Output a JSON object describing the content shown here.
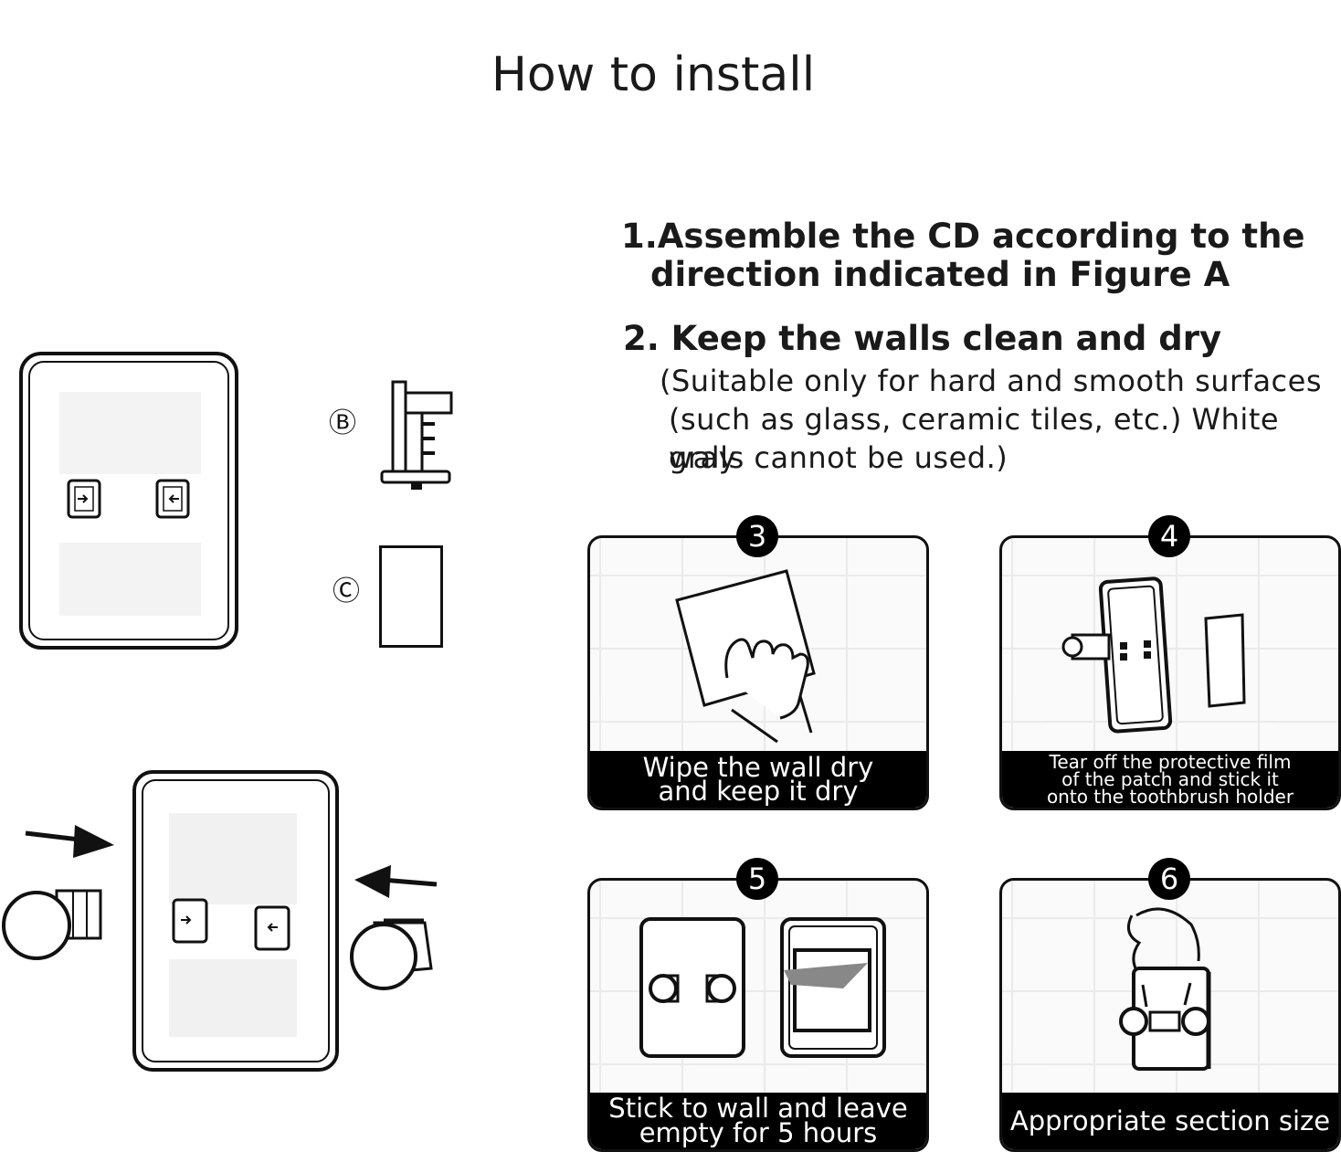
{
  "title": "How to install",
  "steps": {
    "step1": {
      "line1": "1.Assemble the CD according to the",
      "line2": "direction indicated in Figure A"
    },
    "step2": {
      "heading": "2. Keep the walls clean and dry",
      "note1": "(Suitable only for hard and smooth surfaces",
      "note2": "(such as glass, ceramic tiles, etc.) White gray",
      "note3": "walls cannot be used.)"
    }
  },
  "figure_labels": {
    "b": "Ⓑ",
    "c": "Ⓒ"
  },
  "panels": [
    {
      "number": "3",
      "caption_line1": "Wipe the wall dry",
      "caption_line2": "and keep it dry"
    },
    {
      "number": "4",
      "caption_line1": "Tear off the protective film",
      "caption_line2": "of the patch and stick it",
      "caption_line3": "onto the toothbrush holder"
    },
    {
      "number": "5",
      "caption_line1": "Stick to wall and leave",
      "caption_line2": "empty for 5 hours"
    },
    {
      "number": "6",
      "caption_line1": "Appropriate section size"
    }
  ],
  "icons": [
    "arrow-right-icon",
    "arrow-left-icon",
    "hand-wiping-icon",
    "holder-icon"
  ],
  "colors": {
    "ink": "#111111",
    "caption_bg": "#000000",
    "caption_text": "#ffffff"
  }
}
